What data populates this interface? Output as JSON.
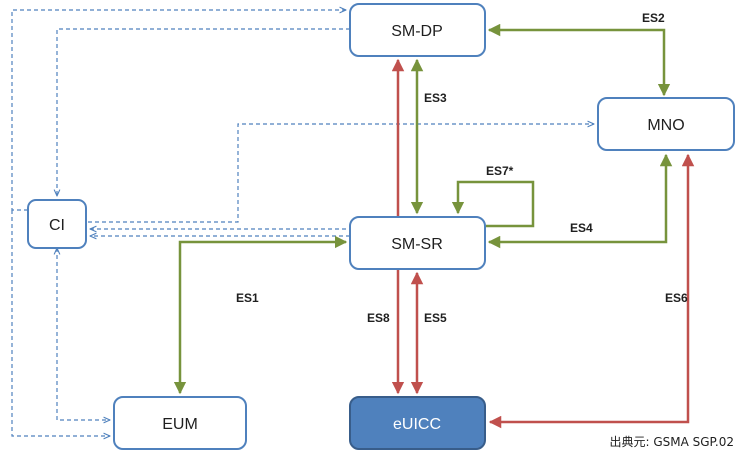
{
  "nodes": {
    "smdp": "SM-DP",
    "mno": "MNO",
    "ci": "CI",
    "smsr": "SM-SR",
    "eum": "EUM",
    "euicc": "eUICC"
  },
  "interfaces": {
    "es1": "ES1",
    "es2": "ES2",
    "es3": "ES3",
    "es4": "ES4",
    "es5": "ES5",
    "es6": "ES6",
    "es7": "ES7*",
    "es8": "ES8"
  },
  "source_note": "出典元: GSMA SGP.02",
  "colors": {
    "box_border": "#4f81bd",
    "euicc_fill": "#4f81bd",
    "green_link": "#77933c",
    "red_link": "#c0504d",
    "dashed_link": "#4f81bd"
  }
}
